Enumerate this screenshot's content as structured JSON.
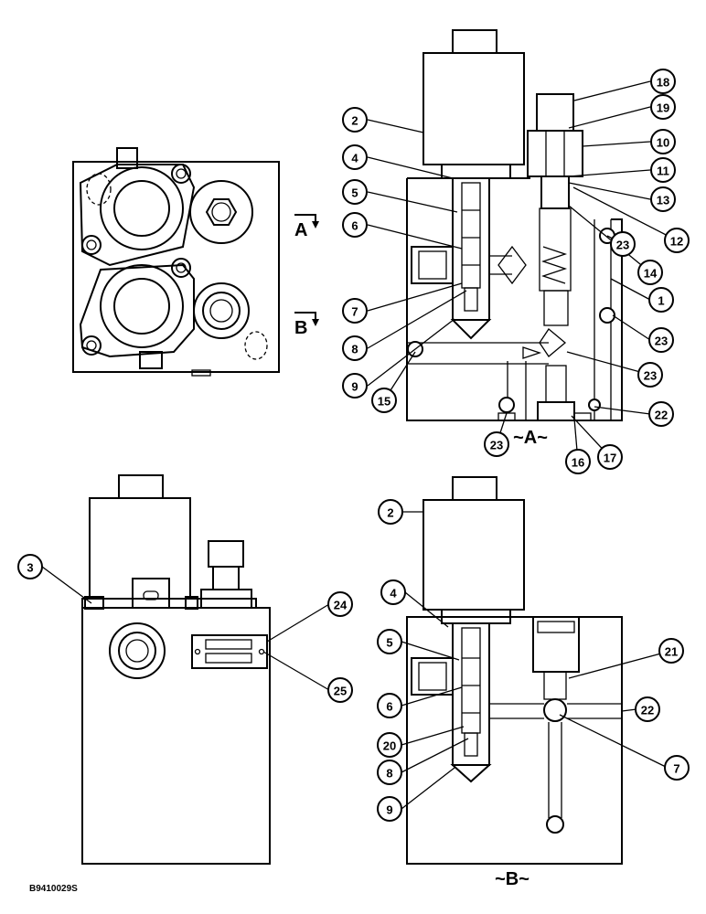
{
  "section_labels": {
    "view_a_arrow": "A",
    "view_b_arrow": "B",
    "section_a_title": "~A~",
    "section_b_title": "~B~"
  },
  "drawing_code": "B9410029S",
  "callouts": {
    "top_right": [
      "18",
      "2",
      "19",
      "10",
      "4",
      "11",
      "13",
      "5",
      "12",
      "23",
      "6",
      "14",
      "1",
      "7",
      "8",
      "23",
      "9",
      "15",
      "23",
      "22",
      "23",
      "16",
      "17"
    ],
    "bottom_left": [
      "3",
      "24",
      "25"
    ],
    "bottom_right": [
      "2",
      "4",
      "5",
      "21",
      "22",
      "6",
      "7",
      "20",
      "8",
      "9"
    ]
  }
}
